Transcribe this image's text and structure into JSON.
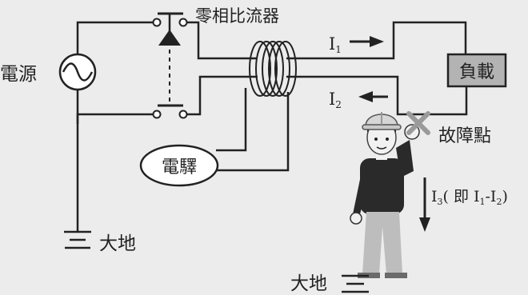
{
  "labels": {
    "power_source": "電源",
    "zct": "零相比流器",
    "relay": "電驛",
    "load": "負載",
    "fault_point": "故障點",
    "ground_left": "大地",
    "ground_person": "大地"
  },
  "currents": {
    "i1_main": "I",
    "i1_sub": "1",
    "i2_main": "I",
    "i2_sub": "2",
    "i3_main": "I",
    "i3_sub": "3",
    "i3_mid": "( 即 I",
    "i3_mid_sub": "1",
    "i3_dash": "-I",
    "i3_end_sub": "2",
    "i3_close": ")"
  },
  "colors": {
    "line": "#222222",
    "background": "#ececec",
    "load_fill": "#b3b3b3",
    "fault_mark": "#9a9a9a"
  }
}
